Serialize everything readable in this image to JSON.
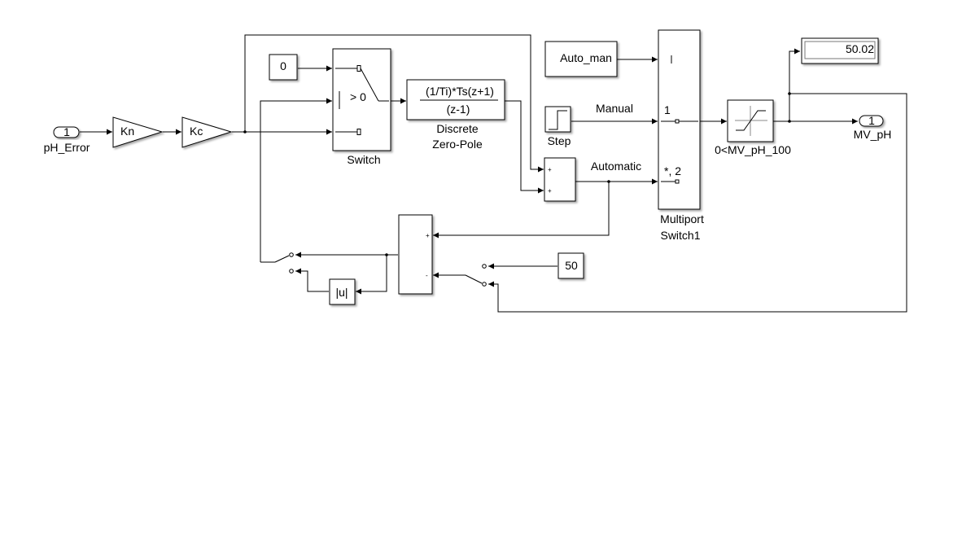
{
  "blocks": {
    "inport": {
      "number": "1",
      "label": "pH_Error"
    },
    "gain_kn": {
      "label": "Kn"
    },
    "gain_kc": {
      "label": "Kc"
    },
    "const_zero": {
      "value": "0"
    },
    "switch": {
      "threshold": "> 0",
      "label": "Switch"
    },
    "zero_pole": {
      "numerator": "(1/Ti)*Ts(z+1)",
      "denominator": "(z-1)",
      "label_line1": "Discrete",
      "label_line2": "Zero-Pole"
    },
    "auto_man": {
      "label": "Auto_man"
    },
    "step": {
      "label": "Step"
    },
    "signals": {
      "manual": "Manual",
      "automatic": "Automatic"
    },
    "multiport": {
      "port1": "1",
      "port2": "*, 2",
      "label_line1": "Multiport",
      "label_line2": "Switch1"
    },
    "saturation": {
      "label": "0<MV_pH_100"
    },
    "display": {
      "value": "50.02"
    },
    "outport": {
      "number": "1",
      "label": "MV_pH"
    },
    "abs": {
      "label": "|u|"
    },
    "const_50": {
      "value": "50"
    },
    "sum_top": {
      "sign1": "+",
      "sign2": "+"
    },
    "sum_bottom": {
      "sign1": "+",
      "sign2": "-"
    }
  }
}
